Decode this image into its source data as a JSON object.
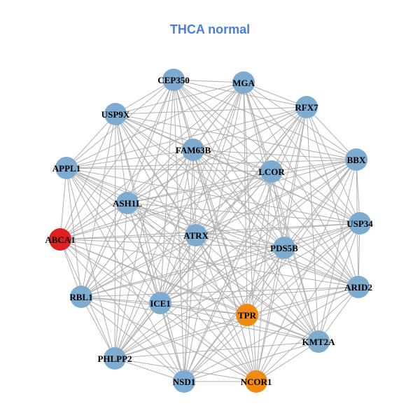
{
  "title": "THCA normal",
  "colors": {
    "title": "#4a7de0",
    "edge": "#b0b0b0",
    "node_default": "#7eabd0",
    "node_highlight_red": "#e02020",
    "node_highlight_orange": "#f08a10",
    "label": "#000000"
  },
  "nodes": [
    {
      "id": "CEP350",
      "label": "CEP350",
      "color": "node_default"
    },
    {
      "id": "MGA",
      "label": "MGA",
      "color": "node_default"
    },
    {
      "id": "RFX7",
      "label": "RFX7",
      "color": "node_default"
    },
    {
      "id": "USP9X",
      "label": "USP9X",
      "color": "node_default"
    },
    {
      "id": "FAM63B",
      "label": "FAM63B",
      "color": "node_default"
    },
    {
      "id": "BBX",
      "label": "BBX",
      "color": "node_default"
    },
    {
      "id": "APPL1",
      "label": "APPL1",
      "color": "node_default"
    },
    {
      "id": "LCOR",
      "label": "LCOR",
      "color": "node_default"
    },
    {
      "id": "ASH1L",
      "label": "ASH1L",
      "color": "node_default"
    },
    {
      "id": "USP34",
      "label": "USP34",
      "color": "node_default"
    },
    {
      "id": "ABCA1",
      "label": "ABCA1",
      "color": "node_highlight_red"
    },
    {
      "id": "ATRX",
      "label": "ATRX",
      "color": "node_default"
    },
    {
      "id": "PDS5B",
      "label": "PDS5B",
      "color": "node_default"
    },
    {
      "id": "ARID2",
      "label": "ARID2",
      "color": "node_default"
    },
    {
      "id": "RBL1",
      "label": "RBL1",
      "color": "node_default"
    },
    {
      "id": "ICE1",
      "label": "ICE1",
      "color": "node_default"
    },
    {
      "id": "TPR",
      "label": "TPR",
      "color": "node_highlight_orange"
    },
    {
      "id": "KMT2A",
      "label": "KMT2A",
      "color": "node_default"
    },
    {
      "id": "PHLPP2",
      "label": "PHLPP2",
      "color": "node_default"
    },
    {
      "id": "NSD1",
      "label": "NSD1",
      "color": "node_default"
    },
    {
      "id": "NCOR1",
      "label": "NCOR1",
      "color": "node_highlight_orange"
    }
  ],
  "edges": "all-pairs"
}
